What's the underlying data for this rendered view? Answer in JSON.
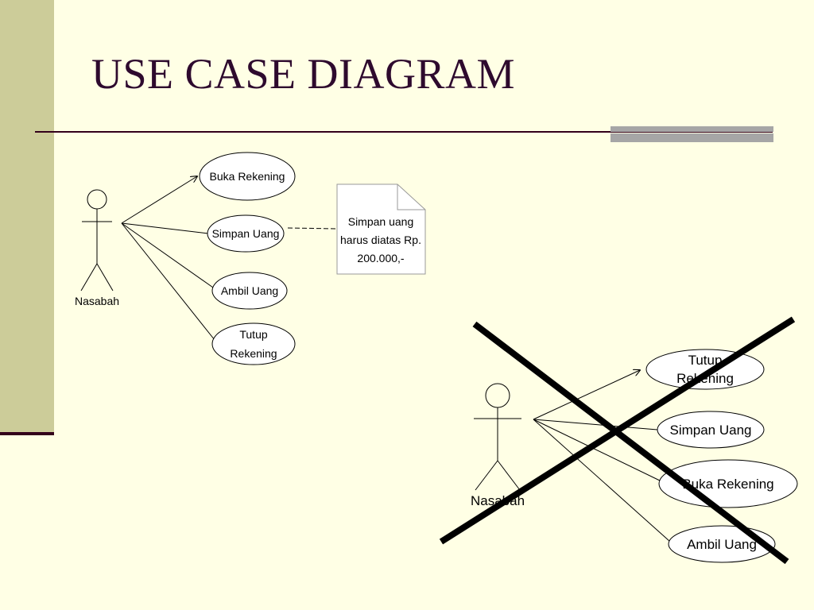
{
  "slide": {
    "title": "USE CASE DIAGRAM"
  },
  "diagram_left": {
    "actor": "Nasabah",
    "use_cases": [
      {
        "lines": [
          "Buka Rekening"
        ]
      },
      {
        "lines": [
          "Simpan Uang"
        ]
      },
      {
        "lines": [
          "Ambil Uang"
        ]
      },
      {
        "lines": [
          "Tutup",
          "Rekening"
        ]
      }
    ],
    "note": {
      "lines": [
        "Simpan uang",
        "harus diatas Rp.",
        "200.000,-"
      ]
    }
  },
  "diagram_right": {
    "crossed_out": true,
    "actor": "Nasabah",
    "use_cases": [
      {
        "lines": [
          "Tutup",
          "Rekening"
        ]
      },
      {
        "lines": [
          "Simpan Uang"
        ]
      },
      {
        "lines": [
          "Buka Rekening"
        ]
      },
      {
        "lines": [
          "Ambil Uang"
        ]
      }
    ]
  },
  "colors": {
    "background": "#ffffe5",
    "sidebar": "#cccc99",
    "title": "#2e0a2e",
    "rule": "#33001a",
    "rule_accent": "#a6a6a6"
  }
}
